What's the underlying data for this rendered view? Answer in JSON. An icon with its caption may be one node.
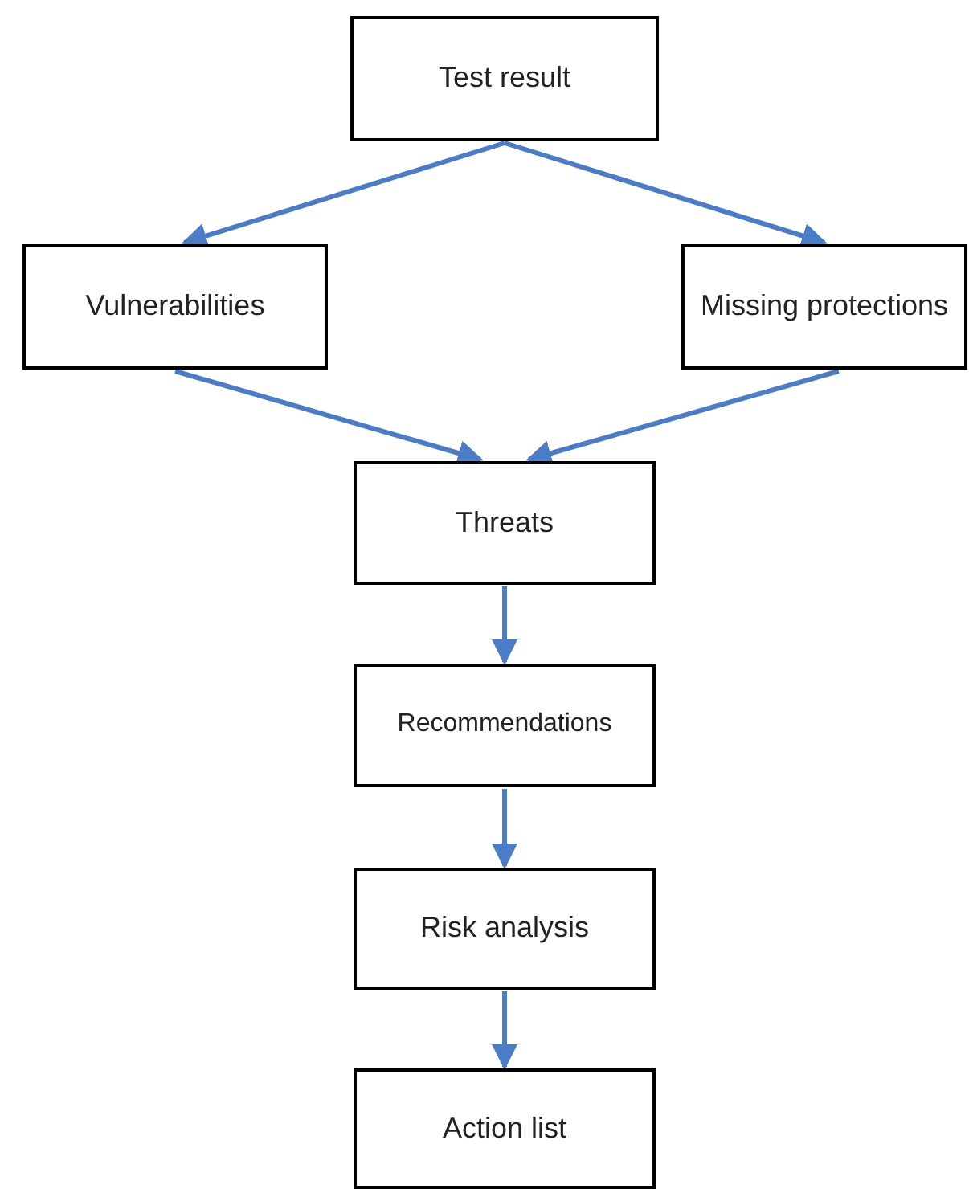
{
  "diagram": {
    "nodes": [
      {
        "text": [
          "Test result"
        ]
      },
      {
        "text": [
          "Vulnerabilities"
        ]
      },
      {
        "text": [
          "Missing protections"
        ]
      },
      {
        "text": [
          "Threats"
        ]
      },
      {
        "text": [
          "Recommendations"
        ]
      },
      {
        "text": [
          "Risk analysis"
        ]
      },
      {
        "text": [
          "Action list"
        ]
      }
    ],
    "edges": [
      {
        "from": 0,
        "to": 1,
        "arrow": "to"
      },
      {
        "from": 0,
        "to": 2,
        "arrow": "to"
      },
      {
        "from": 1,
        "to": 3,
        "arrow": "to"
      },
      {
        "from": 2,
        "to": 3,
        "arrow": "to"
      },
      {
        "from": 3,
        "to": 4,
        "arrow": "to"
      },
      {
        "from": 4,
        "to": 5,
        "arrow": "to"
      },
      {
        "from": 5,
        "to": 6,
        "arrow": "to"
      }
    ]
  }
}
